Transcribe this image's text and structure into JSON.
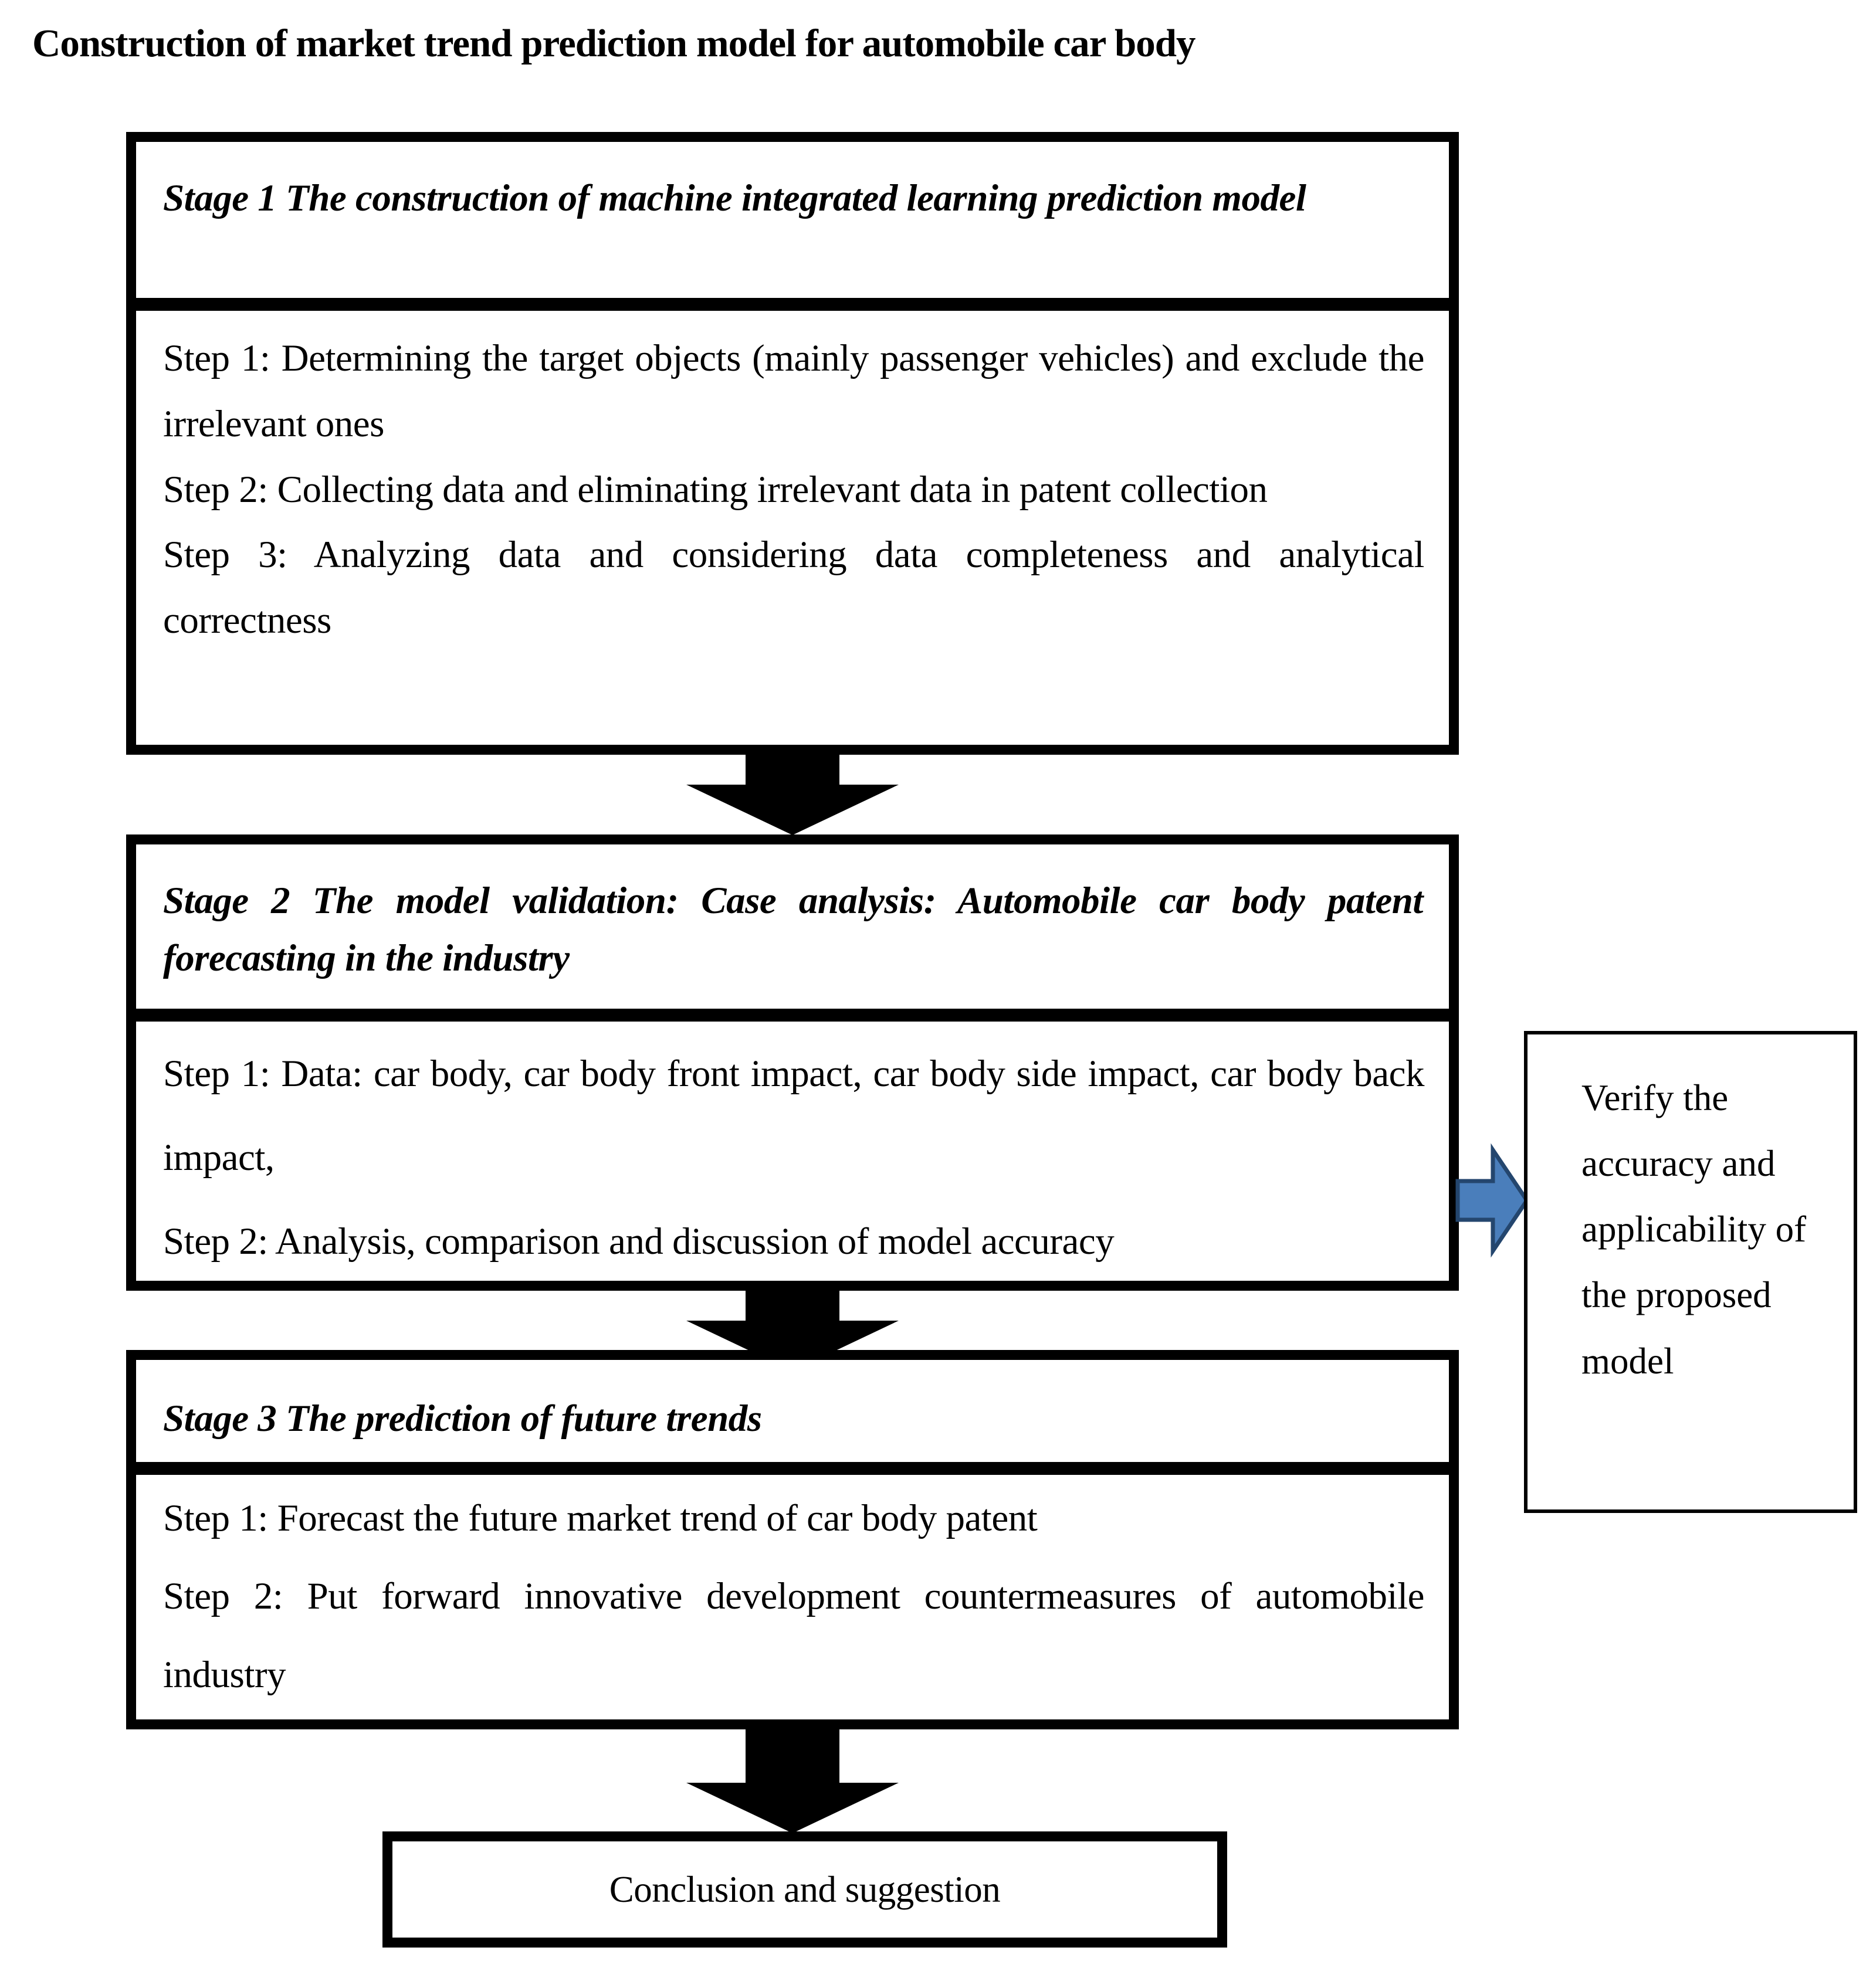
{
  "title": "Construction of market trend prediction model for automobile car body",
  "stages": [
    {
      "header": "Stage 1 The construction of machine integrated learning prediction model",
      "steps": [
        "Step 1: Determining the target objects (mainly passenger vehicles) and exclude the irrelevant ones",
        "Step 2: Collecting data and eliminating irrelevant data in patent collection",
        "Step 3: Analyzing data and considering data completeness and analytical correctness"
      ]
    },
    {
      "header": "Stage 2 The model validation: Case analysis: Automobile car body patent forecasting in the industry",
      "steps": [
        "Step 1: Data: car body, car body front impact, car body side impact, car body back impact,",
        "Step 2: Analysis, comparison and discussion of model accuracy"
      ]
    },
    {
      "header": "Stage 3 The prediction of future trends",
      "steps": [
        "Step 1: Forecast the future market trend of car body patent",
        "Step 2: Put forward innovative development countermeasures of automobile industry"
      ]
    }
  ],
  "side_note": "Verify the accuracy and applicability of the proposed model",
  "conclusion": "Conclusion and suggestion",
  "colors": {
    "flow_black": "#000000",
    "blue_arrow_fill": "#4a7ebb",
    "blue_arrow_stroke": "#24466e"
  }
}
